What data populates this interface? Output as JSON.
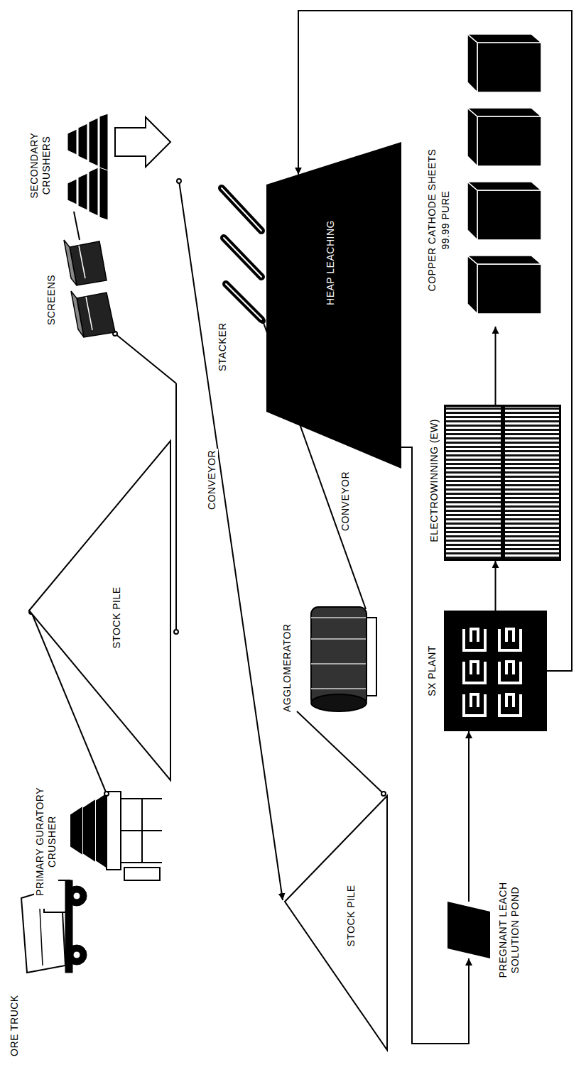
{
  "diagram": {
    "nodes": [
      {
        "text": [
          "STOCK PILE"
        ]
      },
      {
        "text": [
          "STOCK PILE"
        ]
      },
      {
        "text": [
          "HEAP LEACHING"
        ]
      },
      {
        "text": [
          "PREGNANT LEACH SOLUTION POND"
        ]
      },
      {
        "text": [
          "SX PLANT"
        ]
      },
      {
        "text": [
          "ELECTROWINNING (EW)"
        ]
      },
      {
        "text": [
          "COPPER CATHODE SHEETS",
          "99.99 PURE"
        ]
      }
    ],
    "edges": [
      {
        "from": 2,
        "to": 3,
        "arrow": "to"
      },
      {
        "from": 3,
        "to": 4,
        "arrow": "to"
      },
      {
        "from": 4,
        "to": 5,
        "arrow": "to"
      },
      {
        "from": 5,
        "to": 6,
        "arrow": "to"
      },
      {
        "from": 4,
        "to": 2,
        "arrow": "to"
      }
    ],
    "labels": [
      "ORE TRUCK",
      "PRIMARY GURATORY CRUSHER",
      "CONVEYOR",
      "SCREENS",
      "SECONDARY CRUSHERS",
      "AGGLOMERATOR",
      "CONVEYOR",
      "STACKER"
    ]
  }
}
